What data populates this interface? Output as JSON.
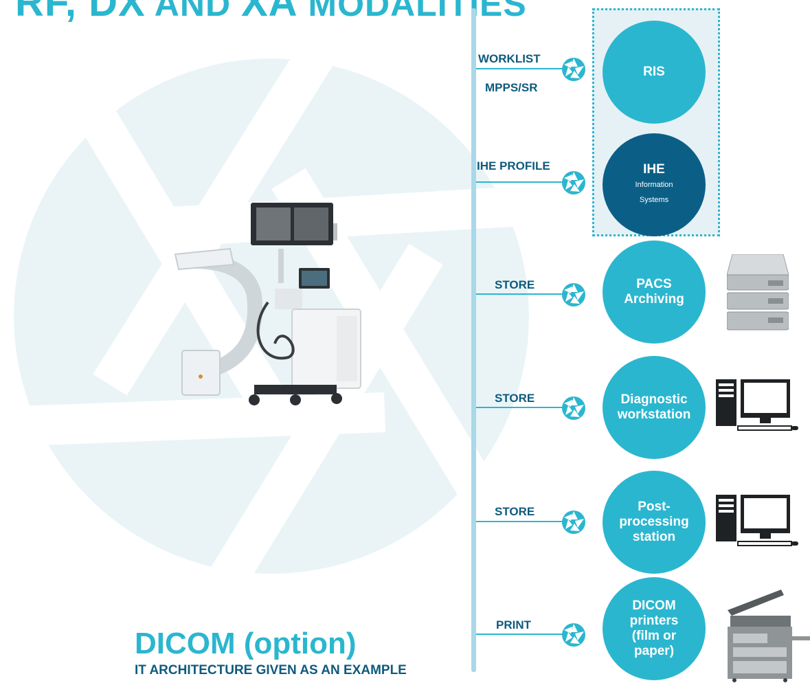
{
  "header": {
    "title_part1": "RF, DX",
    "title_part2": " AND ",
    "title_part3": "XA",
    "title_part4": " MODALITIES"
  },
  "links": [
    {
      "label": "WORKLIST",
      "label2": "MPPS/SR"
    },
    {
      "label": "IHE PROFILE"
    },
    {
      "label": "STORE"
    },
    {
      "label": "STORE"
    },
    {
      "label": "STORE"
    },
    {
      "label": "PRINT"
    }
  ],
  "nodes": [
    {
      "title": "RIS"
    },
    {
      "title": "IHE",
      "sub1": "Information",
      "sub2": "Systems"
    },
    {
      "title": "PACS",
      "title2": "Archiving"
    },
    {
      "title": "Diagnostic",
      "title2": "workstation"
    },
    {
      "title": "Post-",
      "title2": "processing",
      "title3": "station"
    },
    {
      "title": "DICOM",
      "title2": "printers",
      "title3": "(film or",
      "title4": "paper)"
    }
  ],
  "footer": {
    "title": "DICOM (option)",
    "subtitle": "IT ARCHITECTURE GIVEN AS AN EXAMPLE"
  },
  "colors": {
    "accent": "#2bb6cf",
    "dark": "#0b5f86",
    "bus": "#a9d8e8",
    "label": "#0e5a7d"
  },
  "icons": [
    "aperture-icon",
    "server-icon",
    "computer-icon",
    "printer-icon",
    "c-arm-xray-device"
  ]
}
